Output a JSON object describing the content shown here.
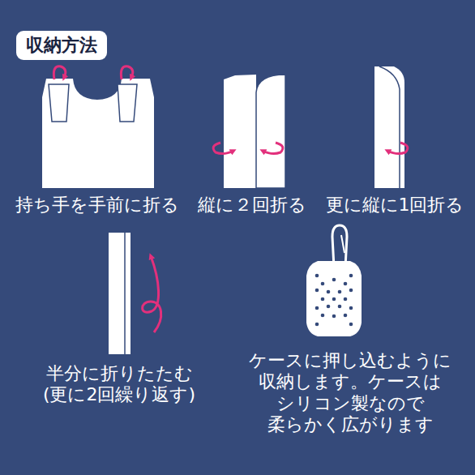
{
  "diagram": {
    "title": "収納方法",
    "labels": [
      "持ち手を手前に折る",
      "縦に２回折る",
      "更に縦に1回折る",
      "半分に折りたたむ (更に2回繰り返す)",
      "ケースに押し込むように 収納します。ケースは シリコン製なので 柔らかく広がります"
    ]
  }
}
